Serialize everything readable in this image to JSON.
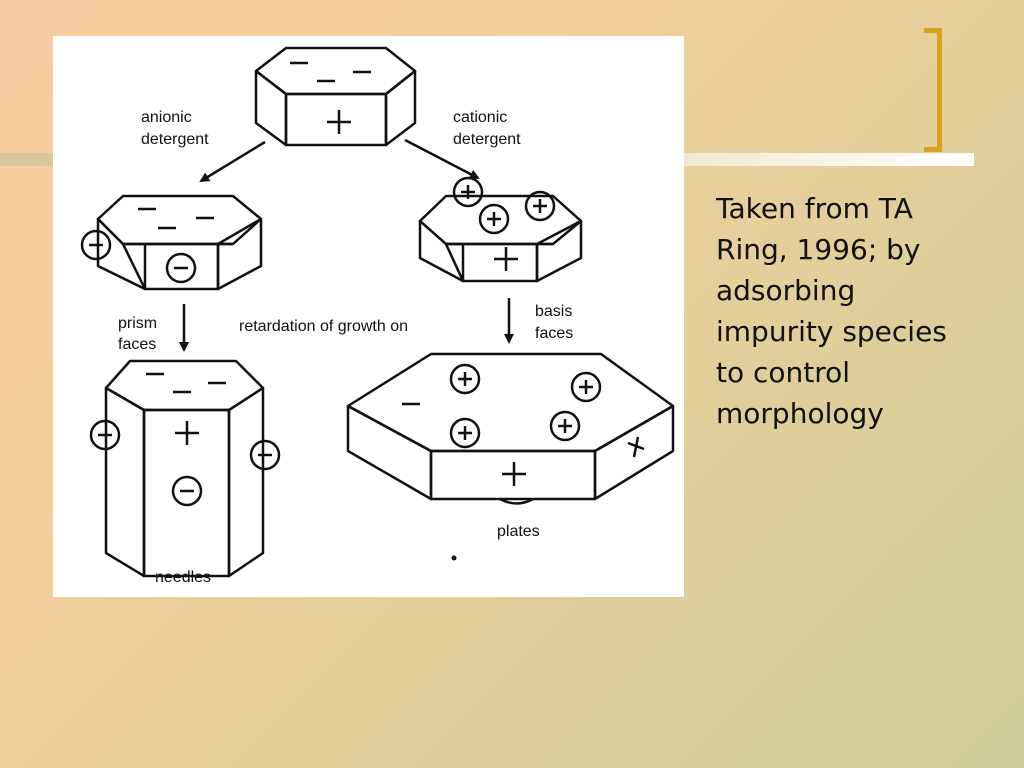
{
  "slide": {
    "caption_lines": [
      "Taken from TA",
      "Ring, 1996; by",
      "adsorbing",
      "impurity species",
      "to control",
      "morphology"
    ]
  },
  "figure": {
    "labels": {
      "anionic_1": "anionic",
      "anionic_2": "detergent",
      "cationic_1": "cationic",
      "cationic_2": "detergent",
      "prism_1": "prism",
      "prism_2": "faces",
      "basis_1": "basis",
      "basis_2": "faces",
      "retardation": "retardation of growth on",
      "needles": "needles",
      "plates": "plates"
    },
    "signs": {
      "plus": "+",
      "minus": "−"
    }
  },
  "colors": {
    "bracket": "#d8a21a",
    "figure_background": "#ffffff",
    "ink": "#111111"
  }
}
